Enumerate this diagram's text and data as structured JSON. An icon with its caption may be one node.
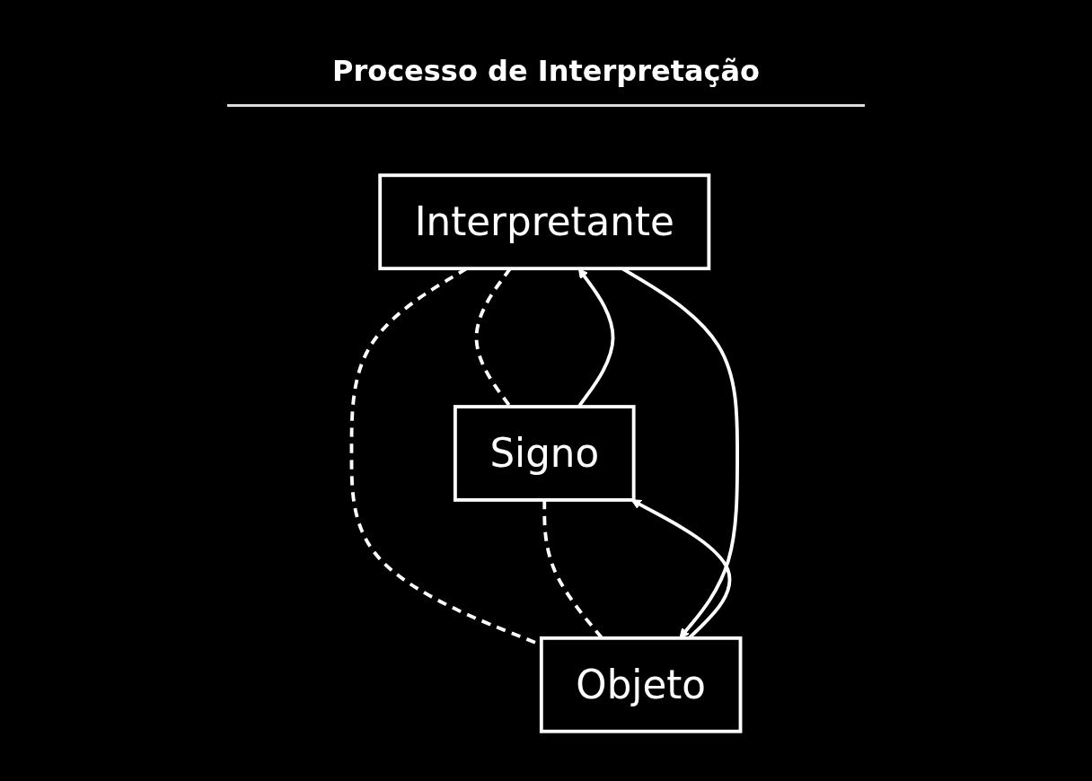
{
  "diagram": {
    "title": "Processo de Interpretação",
    "nodes": [
      {
        "text": [
          "Interpretante"
        ]
      },
      {
        "text": [
          "Signo"
        ]
      },
      {
        "text": [
          "Objeto"
        ]
      }
    ],
    "edges": [
      {
        "from": 0,
        "to": 1,
        "arrow": "none",
        "style": "dashed"
      },
      {
        "from": 0,
        "to": 2,
        "arrow": "none",
        "style": "dashed"
      },
      {
        "from": 1,
        "to": 2,
        "arrow": "none",
        "style": "dashed"
      },
      {
        "from": 1,
        "to": 0,
        "arrow": "to"
      },
      {
        "from": 0,
        "to": 2,
        "arrow": "to"
      },
      {
        "from": 2,
        "to": 1,
        "arrow": "to"
      }
    ]
  }
}
